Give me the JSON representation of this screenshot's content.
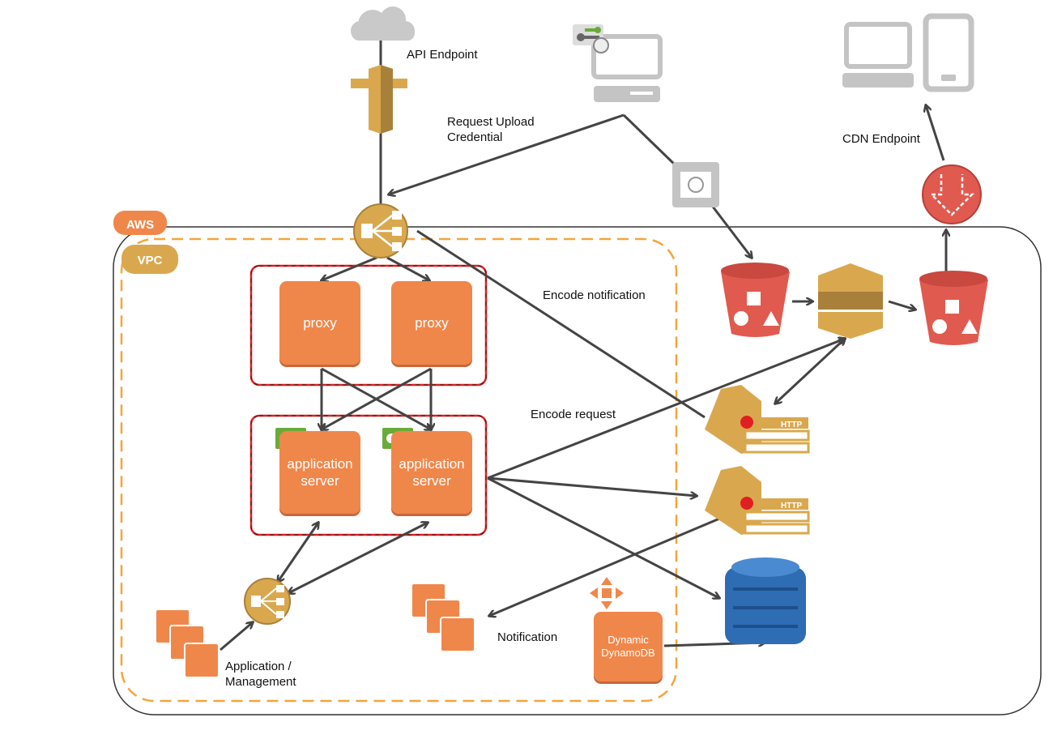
{
  "labels": {
    "api_endpoint": "API Endpoint",
    "request_upload": "Request Upload\nCredential",
    "cdn_endpoint": "CDN Endpoint",
    "encode_notification": "Encode notification",
    "encode_request": "Encode request",
    "notification": "Notification",
    "app_management": "Application /\nManagement"
  },
  "badges": {
    "aws": "AWS",
    "vpc": "VPC"
  },
  "nodes": {
    "proxy_1": "proxy",
    "proxy_2": "proxy",
    "app_server_1": "application\nserver",
    "app_server_2": "application\nserver",
    "dynamic_dynamodb": "Dynamic\nDynamoDB",
    "sns_1_tag": "HTTP",
    "sns_2_tag": "HTTP"
  },
  "colors": {
    "orange": "#f0874a",
    "gold": "#d9a84e",
    "s3_red": "#e05a4f",
    "dynamodb_blue": "#2e6db4",
    "vpc_dash": "#f5a53a",
    "group_red": "#e02020",
    "arrow": "#444444"
  }
}
